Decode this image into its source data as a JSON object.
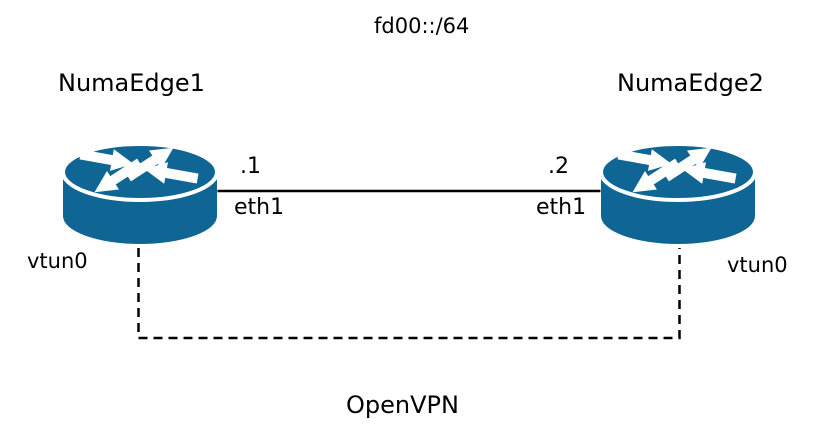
{
  "diagram": {
    "subnet_label": "fd00::/64",
    "vpn_label": "OpenVPN",
    "nodes": [
      {
        "name": "NumaEdge1",
        "address": ".1",
        "interface": "eth1",
        "tunnel_interface": "vtun0"
      },
      {
        "name": "NumaEdge2",
        "address": ".2",
        "interface": "eth1",
        "tunnel_interface": "vtun0"
      }
    ],
    "colors": {
      "router": "#0f6694",
      "arrow": "#ffffff",
      "line": "#000000",
      "text": "#000000",
      "background": "#ffffff"
    }
  }
}
